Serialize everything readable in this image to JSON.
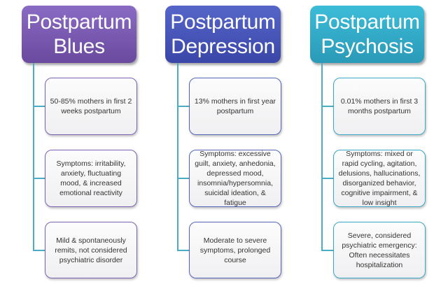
{
  "diagram": {
    "connector_color": "#4bacc6",
    "columns": [
      {
        "id": "blues",
        "title": "Postpartum\nBlues",
        "header_color_top": "#8a6bc4",
        "header_color_bottom": "#6a4a9e",
        "child_border": "#7b62b4",
        "items": [
          "50-85% mothers in first 2 weeks postpartum",
          "Symptoms: irritability, anxiety, fluctuating mood, & increased emotional reactivity",
          "Mild & spontaneously remits, not considered psychiatric disorder"
        ]
      },
      {
        "id": "depression",
        "title": "Postpartum\nDepression",
        "header_color_top": "#5566c8",
        "header_color_bottom": "#3a46a8",
        "child_border": "#5566b8",
        "items": [
          "13% mothers in first year postpartum",
          "Symptoms: excessive guilt, anxiety, anhedonia, depressed mood, insomnia/hypersomnia, suicidal ideation, & fatigue",
          "Moderate to severe symptoms, prolonged course"
        ]
      },
      {
        "id": "psychosis",
        "title": "Postpartum\nPsychosis",
        "header_color_top": "#3cbcd8",
        "header_color_bottom": "#2a9ab8",
        "child_border": "#3aa8c8",
        "items": [
          "0.01% mothers in first 3 months postpartum",
          "Symptoms: mixed or rapid cycling, agitation, delusions, hallucinations, disorganized behavior, cognitive impairment, & low insight",
          "Severe, considered psychiatric emergency: Often necessitates hospitalization"
        ]
      }
    ]
  }
}
